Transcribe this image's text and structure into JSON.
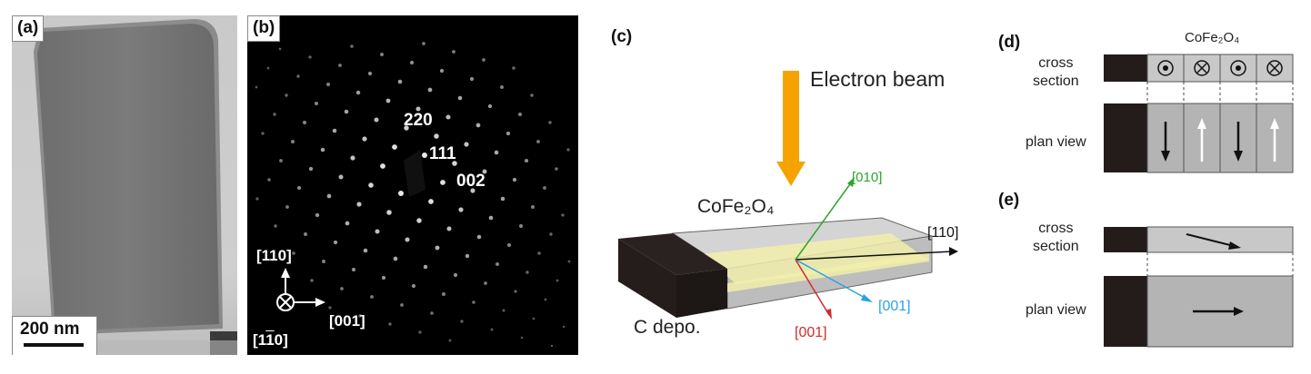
{
  "panel_a": {
    "label": "(a)",
    "scale_bar": "200 nm"
  },
  "panel_b": {
    "label": "(b)",
    "spots": [
      "220",
      "111",
      "002"
    ],
    "axes": {
      "up": "[110]",
      "right": "[001]",
      "into_page": "[1",
      "into_page_bar": "1",
      "into_page_end": "0]"
    }
  },
  "panel_c": {
    "label": "(c)",
    "beam_label": "Electron beam",
    "material": "CoFe₂O₄",
    "deposit": "C depo.",
    "axis_010": "[010]",
    "axis_110": "[110]",
    "axis_001_blue": "[001]",
    "axis_001_red": "[001]",
    "colors": {
      "beam": "#f5a300",
      "green": "#2aa62a",
      "blue": "#2aa4e0",
      "red": "#d42a2a",
      "film": "#f1eeaa"
    }
  },
  "panel_d": {
    "label": "(d)",
    "material": "CoFe₂O₄",
    "cross_section_line1": "cross",
    "cross_section_line2": "section",
    "plan_view": "plan view",
    "cells": [
      "out-of-plane",
      "into-plane",
      "out-of-plane",
      "into-plane"
    ],
    "arrows": [
      "down",
      "up",
      "down",
      "up"
    ]
  },
  "panel_e": {
    "label": "(e)",
    "cross_section_line1": "cross",
    "cross_section_line2": "section",
    "plan_view": "plan view"
  }
}
